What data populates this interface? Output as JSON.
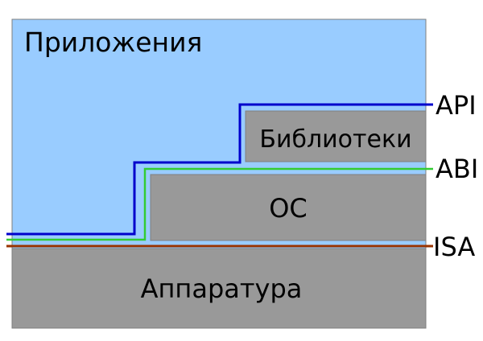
{
  "layers": {
    "applications": "Приложения",
    "libraries": "Библиотеки",
    "os": "ОС",
    "hardware": "Аппаратура"
  },
  "interfaces": {
    "api": "API",
    "abi": "ABI",
    "isa": "ISA"
  },
  "colors": {
    "applications_fill": "#99ccff",
    "layer_fill": "#999999",
    "api_line": "#0000cc",
    "abi_line": "#33cc33",
    "isa_line": "#993300",
    "outline": "#7f7f7f"
  }
}
